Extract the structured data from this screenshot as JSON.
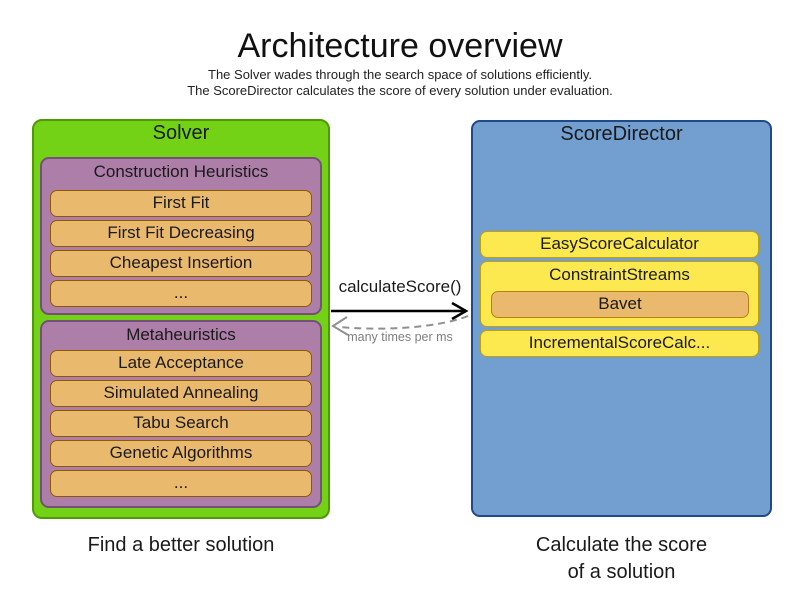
{
  "header": {
    "title": "Architecture overview",
    "subtitle_line1": "The Solver wades through the search space of solutions efficiently.",
    "subtitle_line2": "The ScoreDirector calculates the score of every solution under evaluation."
  },
  "solver": {
    "label": "Solver",
    "caption": "Find a better solution",
    "construction_heuristics": {
      "label": "Construction Heuristics",
      "items": [
        "First Fit",
        "First Fit Decreasing",
        "Cheapest Insertion",
        "..."
      ]
    },
    "metaheuristics": {
      "label": "Metaheuristics",
      "items": [
        "Late Acceptance",
        "Simulated Annealing",
        "Tabu Search",
        "Genetic Algorithms",
        "..."
      ]
    }
  },
  "score_director": {
    "label": "ScoreDirector",
    "caption_line1": "Calculate the score",
    "caption_line2": "of a solution",
    "easy_score_calculator": "EasyScoreCalculator",
    "constraint_streams": "ConstraintStreams",
    "bavet": "Bavet",
    "incremental_score_calculator": "IncrementalScoreCalc..."
  },
  "arrow": {
    "label": "calculateScore()",
    "sublabel": "many times per ms"
  },
  "colors": {
    "solver_fill": "#73d216",
    "solver_border": "#4e9a06",
    "group_fill": "#ad7fa8",
    "group_border": "#75507b",
    "item_fill": "#e9b96e",
    "item_border": "#8f5902",
    "bavet_border": "#c17d11",
    "scoredirector_fill": "#729fcf",
    "scoredirector_border": "#204a87",
    "calc_fill": "#fce94f",
    "calc_border": "#c4a000",
    "arrow_solid": "#000000",
    "arrow_dashed": "#909090"
  }
}
